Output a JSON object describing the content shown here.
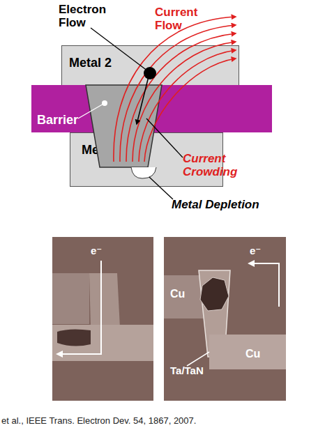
{
  "diagram": {
    "caption": "et al., IEEE Trans. Electron Dev. 54, 1867, 2007.",
    "nodes": [
      {
        "text": [
          "Metal 2"
        ]
      },
      {
        "text": [
          "Barrier"
        ]
      },
      {
        "text": [
          "Metal 1"
        ]
      }
    ],
    "labels": [
      "Electron Flow",
      "Current Flow",
      "Current Crowding",
      "Metal Depletion",
      "e⁻",
      "e⁻",
      "Cu",
      "Ta/TaN",
      "Cu"
    ]
  }
}
